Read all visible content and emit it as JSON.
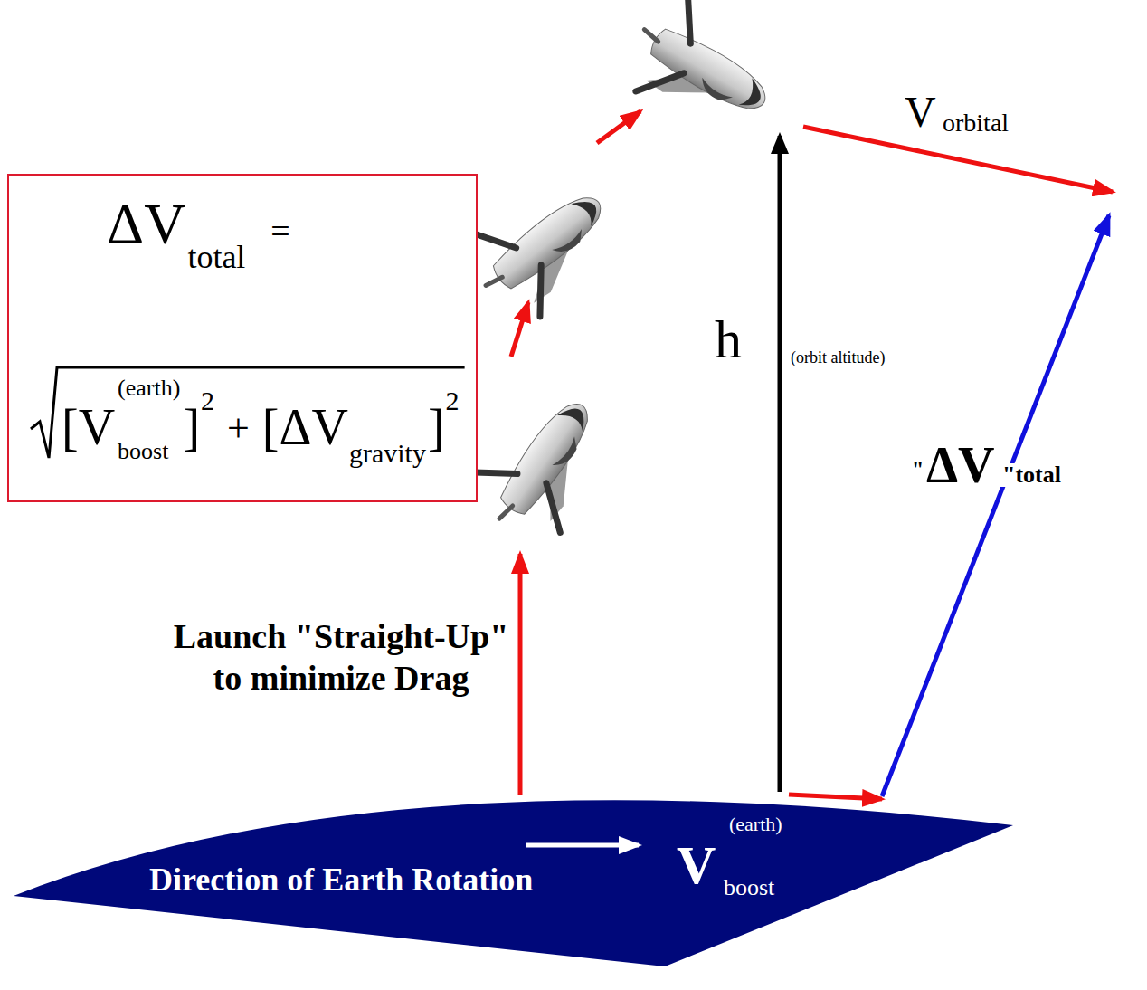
{
  "diagram": {
    "nodes": [
      {
        "text": [
          "ΔV",
          "total",
          "=",
          "[V",
          "(earth)",
          "boost",
          "]",
          "2",
          "+",
          "[ΔV",
          "gravity",
          "]",
          "2"
        ]
      },
      {
        "text": [
          "Direction of Earth Rotation",
          "V",
          "(earth)",
          "boost"
        ]
      }
    ],
    "labels": [
      "Launch \"Straight-Up\" to minimize Drag",
      "h",
      "(orbit altitude)",
      "V",
      "orbital",
      "\"",
      "ΔV",
      "\"total"
    ]
  }
}
